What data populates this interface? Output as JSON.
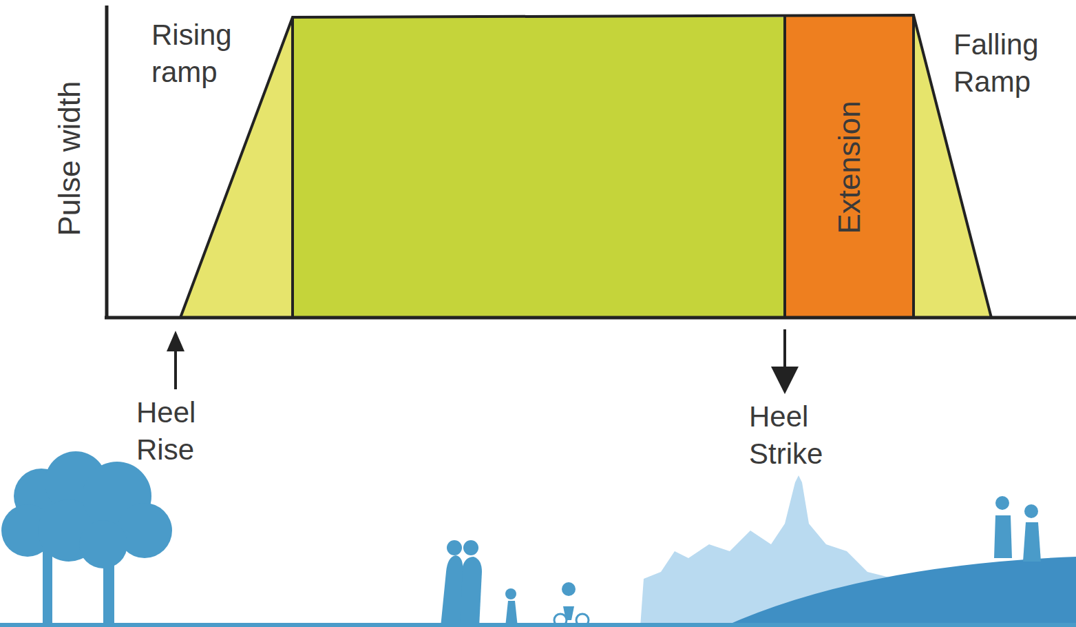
{
  "diagram": {
    "nodes": [
      {
        "text": [
          "Extension"
        ]
      }
    ],
    "labels": [
      "Pulse width",
      "Rising ramp",
      "Falling Ramp",
      "Heel Rise",
      "Heel Strike"
    ]
  }
}
